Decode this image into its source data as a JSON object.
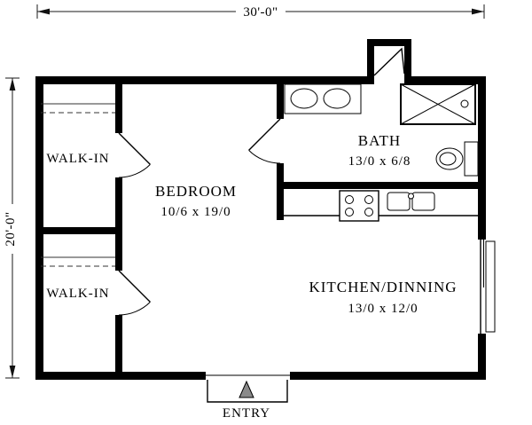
{
  "plan": {
    "dimensions": {
      "width": "30'-0\"",
      "height": "20'-0\""
    },
    "rooms": {
      "walk_in_top": "WALK-IN",
      "walk_in_bottom": "WALK-IN",
      "bedroom_name": "BEDROOM",
      "bedroom_size": "10/6 x 19/0",
      "bath_name": "BATH",
      "bath_size": "13/0 x 6/8",
      "kitchen_name": "KITCHEN/DINNING",
      "kitchen_size": "13/0 x 12/0",
      "entry_label": "ENTRY"
    },
    "colors": {
      "wall": "#000000",
      "line": "#1a1a1a",
      "background": "#ffffff"
    }
  }
}
